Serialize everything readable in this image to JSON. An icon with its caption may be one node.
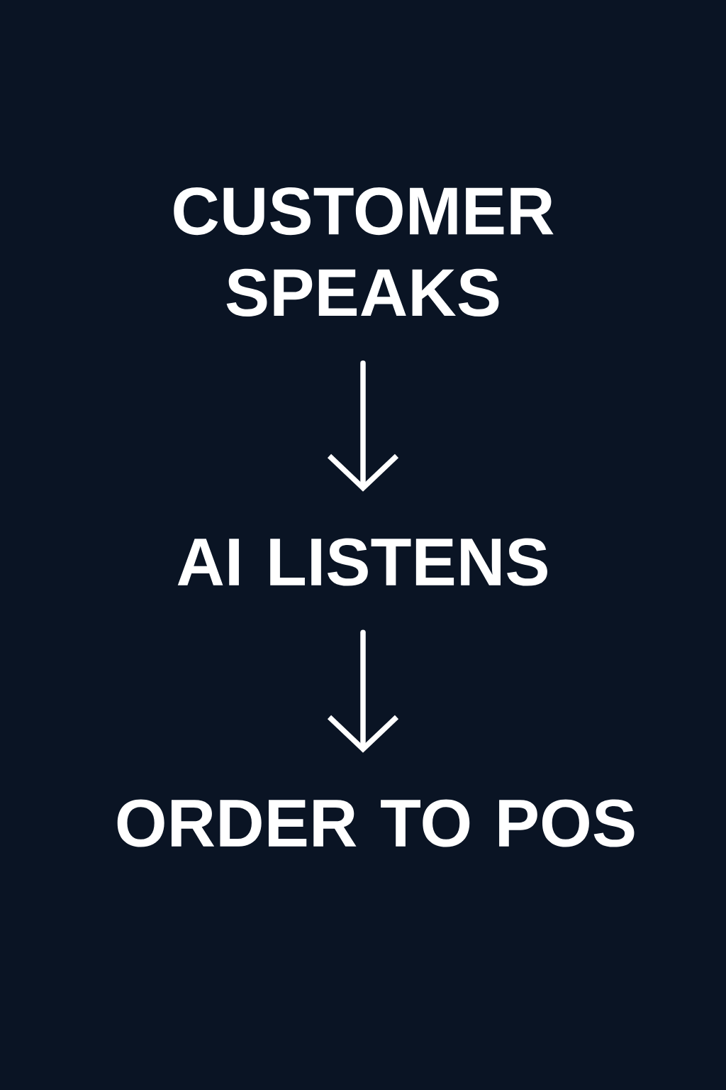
{
  "diagram": {
    "nodes": [
      {
        "text": [
          "CUSTOMER SPEAKS"
        ]
      },
      {
        "text": [
          "AI LISTENS"
        ]
      },
      {
        "text": [
          "ORDER TO POS"
        ]
      }
    ],
    "edges": [
      {
        "from": 0,
        "to": 1,
        "arrow": "to"
      },
      {
        "from": 1,
        "to": 2,
        "arrow": "to"
      }
    ]
  }
}
